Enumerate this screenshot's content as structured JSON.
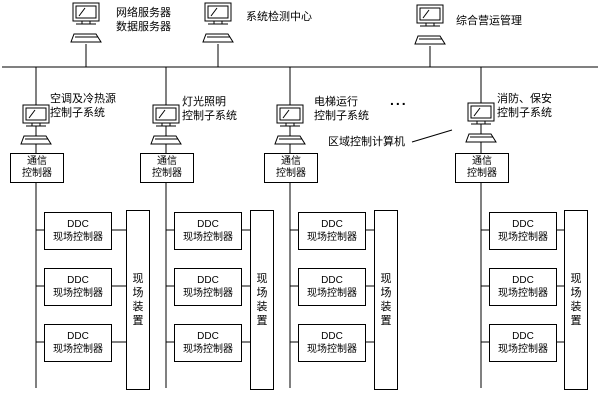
{
  "diagram": {
    "top_nodes": [
      {
        "line1": "网络服务器",
        "line2": "数据服务器"
      },
      {
        "line1": "系统检测中心"
      },
      {
        "line1": "综合营运管理"
      }
    ],
    "subsystems": [
      {
        "line1": "空调及冷热源",
        "line2": "控制子系统"
      },
      {
        "line1": "灯光照明",
        "line2": "控制子系统"
      },
      {
        "line1": "电梯运行",
        "line2": "控制子系统"
      },
      {
        "line1": "消防、保安",
        "line2": "控制子系统"
      }
    ],
    "ellipsis": "...",
    "zone_computer": "区域控制计算机",
    "comm_controller": {
      "line1": "通信",
      "line2": "控制器"
    },
    "ddc_controller": {
      "line1": "DDC",
      "line2": "现场控制器"
    },
    "field_device": "现场装置",
    "colors": {
      "line": "#000000",
      "background": "#ffffff",
      "text": "#000000"
    }
  }
}
